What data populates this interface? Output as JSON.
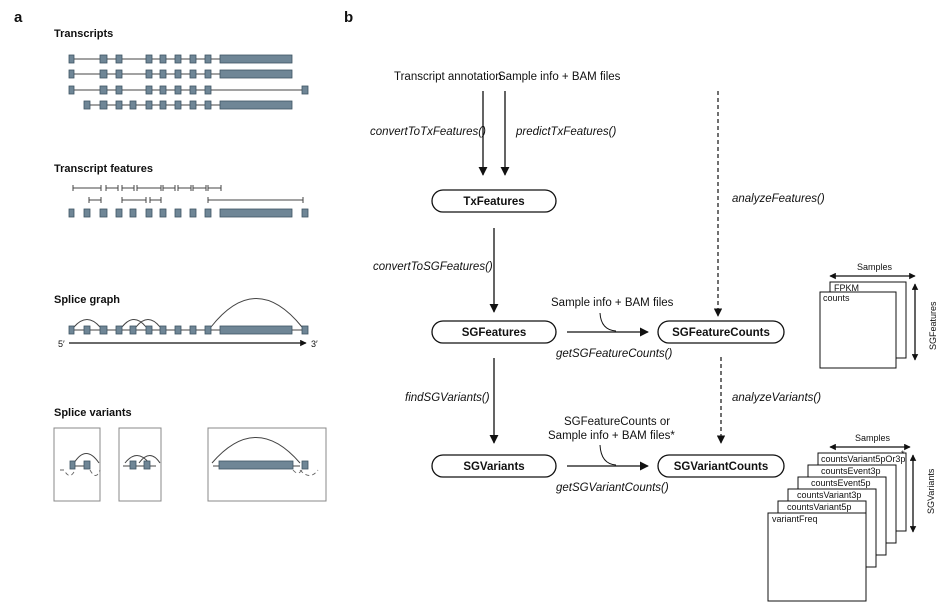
{
  "panel_a": {
    "letter": "a",
    "transcripts_title": "Transcripts",
    "features_title": "Transcript features",
    "splice_graph_title": "Splice graph",
    "five_prime": "5′",
    "three_prime": "3′",
    "variants_title": "Splice variants"
  },
  "panel_b": {
    "letter": "b",
    "input_annotation": "Transcript annotation",
    "input_sample": "Sample info + BAM files",
    "fn_convert_tx": "convertToTxFeatures()",
    "fn_predict_tx": "predictTxFeatures()",
    "fn_analyze_features": "analyzeFeatures()",
    "node_txfeatures": "TxFeatures",
    "fn_convert_sg": "convertToSGFeatures()",
    "node_sgfeatures": "SGFeatures",
    "sample_info_2": "Sample info + BAM files",
    "fn_get_feature_counts": "getSGFeatureCounts()",
    "node_feature_counts": "SGFeatureCounts",
    "fn_find_variants": "findSGVariants()",
    "fn_analyze_variants": "analyzeVariants()",
    "variant_input_line1": "SGFeatureCounts or",
    "variant_input_line2": "Sample info + BAM files*",
    "node_variants": "SGVariants",
    "fn_get_variant_counts": "getSGVariantCounts()",
    "node_variant_counts": "SGVariantCounts",
    "matrix1": {
      "samples": "Samples",
      "rows": "SGFeatures",
      "layers": [
        "FPKM",
        "counts"
      ]
    },
    "matrix2": {
      "samples": "Samples",
      "rows": "SGVariants",
      "layers": [
        "countsVariant5pOr3p",
        "countsEvent3p",
        "countsEvent5p",
        "countsVariant3p",
        "countsVariant5p",
        "variantFreq"
      ],
      "star": "*"
    }
  }
}
